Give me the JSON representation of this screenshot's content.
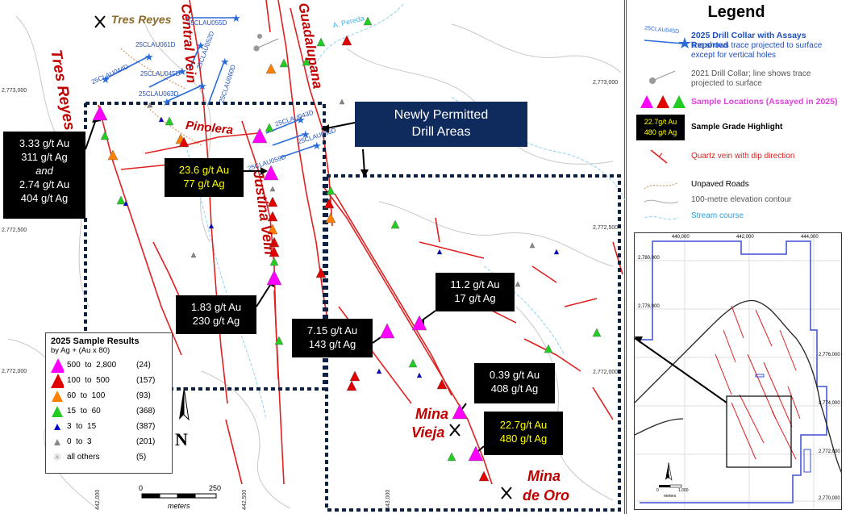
{
  "legend": {
    "title": "Legend",
    "drill_collar_2025_label": "25CLAU045D",
    "drill_collar_2025_title": "2025 Drill Collar with Assays Reported",
    "drill_collar_2025_desc": "line shows trace projected to surface except for vertical holes",
    "drill_collar_2021": "2021 Drill Collar; line shows trace projected to surface",
    "sample_locations": "Sample Locations (Assayed in 2025)",
    "grade_highlight_sample_au": "22.7g/t Au",
    "grade_highlight_sample_ag": "480 g/t Ag",
    "grade_highlight": "Sample Grade Highlight",
    "quartz_vein": "Quartz vein with dip direction",
    "unpaved_roads": "Unpaved Roads",
    "elevation_contour": "100-metre elevation contour",
    "stream_course": "Stream course"
  },
  "places": {
    "tres_reyes_small": "Tres Reyes",
    "tres_reyes": "Tres Reyes",
    "central_vein": "Central Vein",
    "guadalupana": "Guadalupana",
    "pinolera": "Pinolera",
    "justina_vein": "Justina Vein",
    "mina_vieja_1": "Mina",
    "mina_vieja_2": "Vieja",
    "mina_de_oro_1": "Mina",
    "mina_de_oro_2": "de Oro",
    "a_pereda": "A. Pereda"
  },
  "drill_holes": [
    "25CLAU055D",
    "25CLAU061D",
    "25CLAU052D",
    "25CLAU060D",
    "25CLAU044D",
    "25CLAU045D",
    "25CLAU063D",
    "25CLAU043D",
    "25CLAU056D",
    "25CLAU059D"
  ],
  "permit_box": {
    "line1": "Newly Permitted",
    "line2": "Drill Areas"
  },
  "callouts": [
    {
      "line1": "3.33 g/t Au",
      "line2": "311 g/t Ag",
      "line3": "and",
      "line4": "2.74 g/t Au",
      "line5": "404 g/t Ag"
    },
    {
      "line1": "23.6 g/t Au",
      "line2": "77 g/t Ag"
    },
    {
      "line1": "1.83 g/t Au",
      "line2": "230 g/t Ag"
    },
    {
      "line1": "11.2 g/t Au",
      "line2": "17 g/t Ag"
    },
    {
      "line1": "7.15 g/t Au",
      "line2": "143 g/t Ag"
    },
    {
      "line1": "0.39 g/t Au",
      "line2": "408 g/t Ag"
    },
    {
      "line1": "22.7g/t Au",
      "line2": "480 g/t Ag"
    }
  ],
  "results": {
    "title": "2025 Sample Results",
    "subtitle": "by Ag + (Au x 80)",
    "rows": [
      {
        "from": "500",
        "to": "2,800",
        "count": "(24)",
        "color": "#ff00ff",
        "size": "large"
      },
      {
        "from": "100",
        "to": "500",
        "count": "(157)",
        "color": "#e00000",
        "size": "large"
      },
      {
        "from": "60",
        "to": "100",
        "count": "(93)",
        "color": "#ff7f00",
        "size": "medium"
      },
      {
        "from": "15",
        "to": "60",
        "count": "(368)",
        "color": "#22cc22",
        "size": "medium"
      },
      {
        "from": "3",
        "to": "15",
        "count": "(387)",
        "color": "#0000cc",
        "size": "small"
      },
      {
        "from": "0",
        "to": "3",
        "count": "(201)",
        "color": "#888888",
        "size": "small"
      }
    ],
    "others_label": "all others",
    "others_count": "(5)",
    "to_word": "to"
  },
  "north_label": "N",
  "scale": {
    "zero": "0",
    "end": "250",
    "unit": "meters"
  },
  "coords": {
    "y1": "2,773,000",
    "y2": "2,772,500",
    "y3": "2,772,000",
    "y1r": "2,773,000",
    "y2r": "2,772,500",
    "y3r": "2,772,000",
    "x1": "442,000",
    "x2": "442,500",
    "x3": "443,000"
  },
  "inset": {
    "x1": "440,000",
    "x2": "442,000",
    "x3": "444,000",
    "y1": "2,780,000",
    "y2": "2,778,000",
    "y3": "2,776,000",
    "y4": "2,774,000",
    "y5": "2,772,000",
    "y6": "2,770,000",
    "scale_zero": "0",
    "scale_end": "1,000",
    "scale_unit": "meters",
    "north": "N"
  }
}
